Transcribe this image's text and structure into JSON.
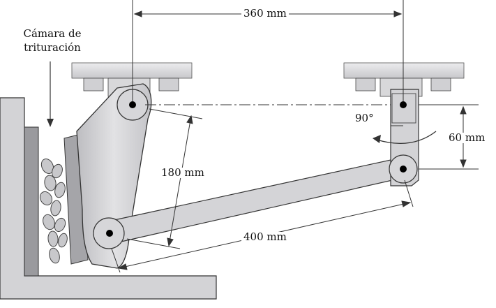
{
  "labels": {
    "chamber_line1": "Cámara de",
    "chamber_line2": "trituración",
    "dim_top": "360 mm",
    "dim_vertical": "180 mm",
    "dim_link": "400 mm",
    "dim_crank": "60 mm",
    "angle": "90°"
  },
  "colors": {
    "frame_gray": "#d9d9db",
    "part_gray": "#c9c9cc",
    "outline": "#333333",
    "joint": "#000000"
  }
}
